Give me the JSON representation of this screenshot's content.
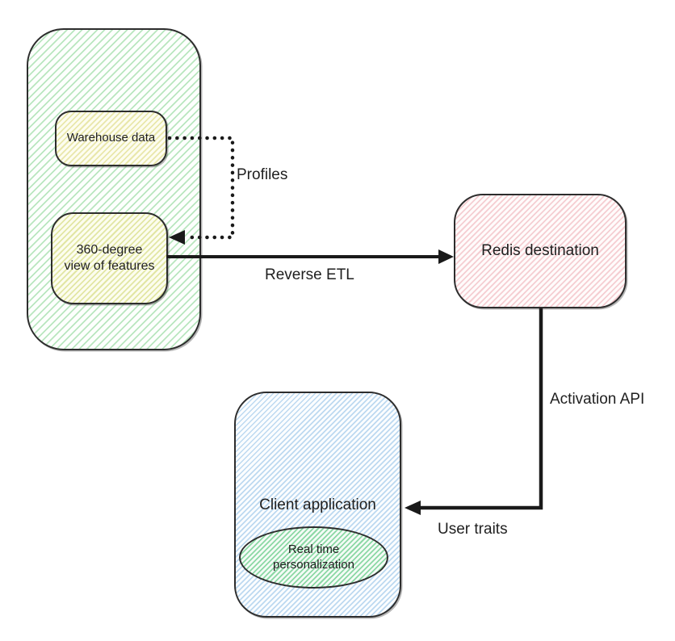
{
  "diagram": {
    "type": "flow",
    "nodes": {
      "feature_group": {
        "role": "container",
        "label": ""
      },
      "warehouse_data": {
        "label": "Warehouse data"
      },
      "feature_view": {
        "label": "360-degree view of features"
      },
      "redis_destination": {
        "label": "Redis destination"
      },
      "client_application": {
        "label": "Client application"
      },
      "realtime_personalization": {
        "label": "Real time personalization"
      }
    },
    "edges": [
      {
        "id": "profiles",
        "from": "warehouse_data",
        "to": "feature_view",
        "label": "Profiles",
        "style": "dotted"
      },
      {
        "id": "reverse_etl",
        "from": "feature_view",
        "to": "redis_destination",
        "label": "Reverse ETL",
        "style": "solid"
      },
      {
        "id": "redis_to_client",
        "from": "redis_destination",
        "to": "client_application",
        "labels": [
          "Activation API",
          "User traits"
        ],
        "style": "solid"
      }
    ],
    "colors": {
      "stroke": "#2d2d2d",
      "arrow": "#1a1a1a",
      "text": "#1f1f1f",
      "hatch_green": "#b9e6bf",
      "hatch_yellow": "#e9e7ab",
      "hatch_yellow_green": "#e2e6a4",
      "hatch_pink": "#f5ced2",
      "hatch_blue": "#bdd9f0",
      "hatch_green_strong": "#8cd8a5"
    }
  }
}
